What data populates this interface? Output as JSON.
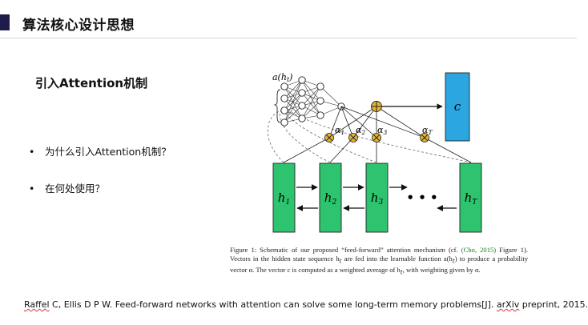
{
  "slide": {
    "title": "算法核心设计思想",
    "subtitle": "引入Attention机制",
    "bullets": [
      {
        "bullet": "•",
        "text": "为什么引入Attention机制？"
      },
      {
        "bullet": "•",
        "text": "在何处使用？"
      }
    ]
  },
  "diagram": {
    "input_function_label": "a(h",
    "input_function_sub": "t",
    "input_function_close": ")",
    "context_label": "c",
    "weights": [
      {
        "label": "α",
        "sub": "1"
      },
      {
        "label": "α",
        "sub": "2"
      },
      {
        "label": "α",
        "sub": "3"
      },
      {
        "label": "α",
        "sub": "T"
      }
    ],
    "hidden_states": [
      {
        "label": "h",
        "sub": "1"
      },
      {
        "label": "h",
        "sub": "2"
      },
      {
        "label": "h",
        "sub": "3"
      },
      {
        "label": "h",
        "sub": "T"
      }
    ],
    "ellipsis": "• • •",
    "colors": {
      "hidden": "#2ec46f",
      "context": "#2ba6e0",
      "node": "#e6b533",
      "dashed": "#777777"
    }
  },
  "caption": {
    "part1": "Figure 1: Schematic of our proposed “feed-forward” attention mechanism (cf.",
    "cite": "(Cho, 2015)",
    "part2": "Figure 1). Vectors in the hidden state sequence h",
    "part2_sub": "t",
    "part3": "are fed into the learnable function a(h",
    "part3_sub": "t",
    "part4": ") to produce a probability vector α. The vector c is computed as a weighted average of h",
    "part4_sub": "t",
    "part5": ", with weighting given by α."
  },
  "reference": {
    "author_first": "Raffel",
    "rest": " C, Ellis D P W. Feed-forward networks with attention can solve some long-term memory problems[J]. ",
    "arxiv": "arXiv",
    "tail": " preprint, 2015."
  }
}
